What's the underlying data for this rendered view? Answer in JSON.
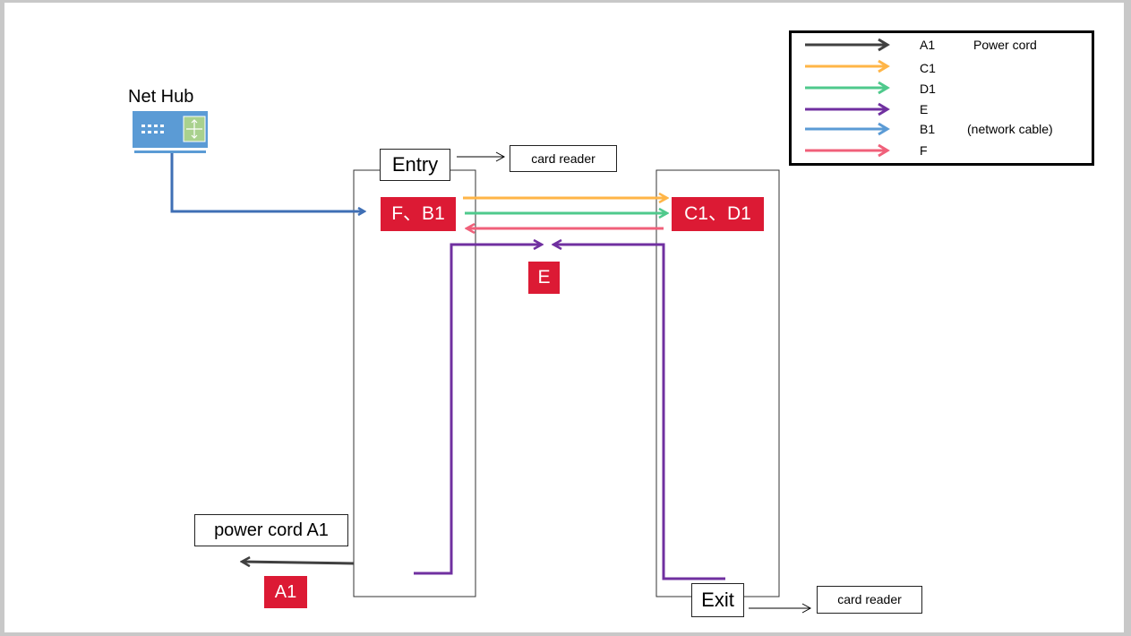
{
  "net_hub": {
    "label": "Net Hub",
    "icon": "network-switch-icon",
    "colors": {
      "body": "#5b9bd5",
      "port_panel": "#a9d18e"
    }
  },
  "entry": {
    "label": "Entry",
    "card_reader_label": "card reader",
    "tag": "F、B1"
  },
  "exit": {
    "label": "Exit",
    "card_reader_label": "card reader",
    "tag": "C1、D1"
  },
  "middle_tag": "E",
  "power": {
    "label": "power cord A1",
    "tag": "A1"
  },
  "legend": {
    "items": [
      {
        "code": "A1",
        "description": "Power cord",
        "color": "#404040"
      },
      {
        "code": "C1",
        "description": "",
        "color": "#ffb547"
      },
      {
        "code": "D1",
        "description": "",
        "color": "#4fc98c"
      },
      {
        "code": "E",
        "description": "",
        "color": "#7030a0"
      },
      {
        "code": "B1",
        "description": "(network cable)",
        "color": "#5b9bd5"
      },
      {
        "code": "F",
        "description": "",
        "color": "#f0607a"
      }
    ]
  },
  "colors": {
    "tag_red": "#dc1a34",
    "network_line": "#3f6fb5",
    "orange": "#ffb547",
    "green": "#4fc98c",
    "pink": "#f0607a",
    "purple": "#7030a0",
    "power": "#404040"
  }
}
